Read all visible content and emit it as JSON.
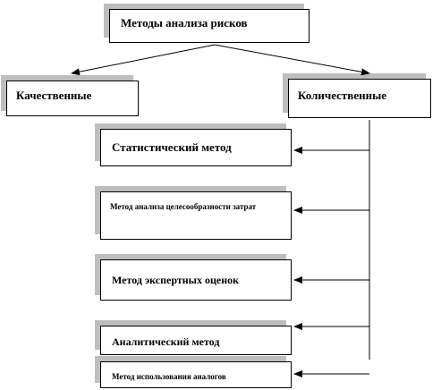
{
  "nodes": {
    "root": "Методы анализа рисков",
    "qualitative": "Качественные",
    "quantitative": "Количественные",
    "statistical": "Статистический  метод",
    "cost_feasibility": "Метод анализа целесообразности затрат",
    "expert": "Метод экспертных оценок",
    "analytical": "Аналитический метод",
    "analogs": "Метод использования аналогов"
  },
  "colors": {
    "border": "#000000",
    "shadow": "#bdbdbd",
    "background": "#ffffff"
  }
}
